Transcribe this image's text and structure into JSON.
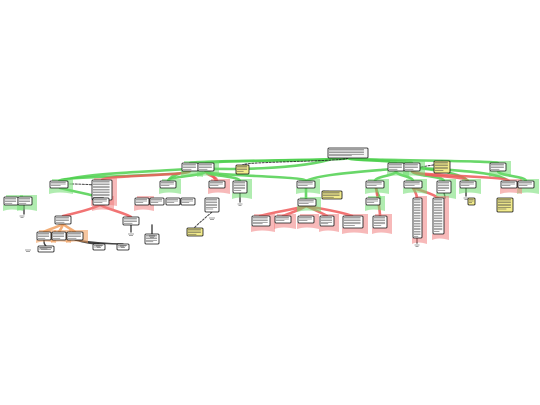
{
  "diagram": {
    "kind": "argument-map",
    "colors": {
      "pro": "#4fd04f",
      "con": "#ee5a5a",
      "objection": "#f0a060",
      "note": "#f3ec8c",
      "box": "#ffffff",
      "border": "#111111"
    },
    "nodes": [
      {
        "id": "root",
        "style": "claim"
      },
      {
        "id": "r1",
        "style": "reason"
      },
      {
        "id": "r2",
        "style": "reason"
      },
      {
        "id": "r3",
        "style": "reason"
      },
      {
        "id": "r4",
        "style": "reason"
      },
      {
        "id": "r5",
        "style": "reason"
      },
      {
        "id": "n1",
        "style": "note"
      },
      {
        "id": "n2",
        "style": "note"
      },
      {
        "id": "a1",
        "style": "reason"
      },
      {
        "id": "a2",
        "style": "reason"
      },
      {
        "id": "a3",
        "style": "reason"
      },
      {
        "id": "a4",
        "style": "reason"
      },
      {
        "id": "a5",
        "style": "reason"
      },
      {
        "id": "a6",
        "style": "reason"
      },
      {
        "id": "a7",
        "style": "reason"
      },
      {
        "id": "a8",
        "style": "reason"
      },
      {
        "id": "a9",
        "style": "reason"
      },
      {
        "id": "a10",
        "style": "reason"
      },
      {
        "id": "a11",
        "style": "reason"
      },
      {
        "id": "a12",
        "style": "reason"
      },
      {
        "id": "n3",
        "style": "note"
      },
      {
        "id": "n4",
        "style": "note"
      },
      {
        "id": "b1",
        "style": "reason"
      },
      {
        "id": "b2",
        "style": "reason"
      },
      {
        "id": "b3",
        "style": "reason"
      },
      {
        "id": "b4",
        "style": "reason"
      },
      {
        "id": "b5",
        "style": "reason"
      },
      {
        "id": "b6",
        "style": "reason"
      },
      {
        "id": "b7",
        "style": "reason"
      },
      {
        "id": "b8",
        "style": "reason"
      },
      {
        "id": "b9",
        "style": "reason"
      },
      {
        "id": "b10",
        "style": "reason"
      },
      {
        "id": "b11",
        "style": "reason"
      },
      {
        "id": "b12",
        "style": "reason"
      },
      {
        "id": "b13",
        "style": "reason"
      },
      {
        "id": "b14",
        "style": "reason"
      },
      {
        "id": "b15",
        "style": "reason"
      },
      {
        "id": "b16",
        "style": "reason"
      },
      {
        "id": "b17",
        "style": "reason"
      },
      {
        "id": "b18",
        "style": "reason"
      },
      {
        "id": "b19",
        "style": "reason"
      },
      {
        "id": "n5",
        "style": "note"
      },
      {
        "id": "n6",
        "style": "note"
      },
      {
        "id": "c1",
        "style": "reason"
      },
      {
        "id": "c2",
        "style": "reason"
      },
      {
        "id": "c3",
        "style": "reason"
      },
      {
        "id": "c4",
        "style": "reason"
      },
      {
        "id": "c5",
        "style": "reason"
      },
      {
        "id": "c6",
        "style": "reason"
      },
      {
        "id": "c7",
        "style": "reason"
      },
      {
        "id": "c8",
        "style": "reason"
      }
    ],
    "edges": [
      {
        "from": "root",
        "to": "r1",
        "kind": "pro"
      },
      {
        "from": "root",
        "to": "r2",
        "kind": "pro"
      },
      {
        "from": "root",
        "to": "r3",
        "kind": "pro"
      },
      {
        "from": "root",
        "to": "r4",
        "kind": "pro"
      },
      {
        "from": "root",
        "to": "r5",
        "kind": "pro"
      },
      {
        "from": "root",
        "to": "n1",
        "kind": "dash"
      },
      {
        "from": "r4",
        "to": "n2",
        "kind": "dash"
      },
      {
        "from": "r1",
        "to": "a1",
        "kind": "pro"
      },
      {
        "from": "r1",
        "to": "a2",
        "kind": "con"
      },
      {
        "from": "r2",
        "to": "a3",
        "kind": "pro"
      },
      {
        "from": "r2",
        "to": "a4",
        "kind": "con"
      },
      {
        "from": "r2",
        "to": "a5",
        "kind": "pro"
      },
      {
        "from": "r2",
        "to": "a6",
        "kind": "pro"
      },
      {
        "from": "r3",
        "to": "a7",
        "kind": "pro"
      },
      {
        "from": "r3",
        "to": "a8",
        "kind": "pro"
      },
      {
        "from": "r4",
        "to": "a9",
        "kind": "pro"
      },
      {
        "from": "r4",
        "to": "a10",
        "kind": "con"
      },
      {
        "from": "r4",
        "to": "a11",
        "kind": "con"
      },
      {
        "from": "r5",
        "to": "a12",
        "kind": "pro"
      }
    ]
  }
}
